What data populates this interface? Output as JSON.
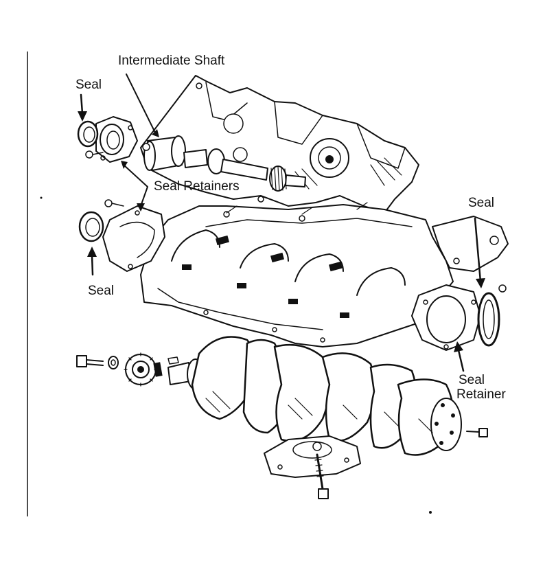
{
  "labels": {
    "intermediate_shaft": "Intermediate Shaft",
    "seal_top_left": "Seal",
    "seal_retainers": "Seal Retainers",
    "seal_left": "Seal",
    "seal_right": "Seal",
    "seal_retainer_line1": "Seal",
    "seal_retainer_line2": "Retainer"
  },
  "colors": {
    "ink": "#111111",
    "paper": "#ffffff"
  }
}
